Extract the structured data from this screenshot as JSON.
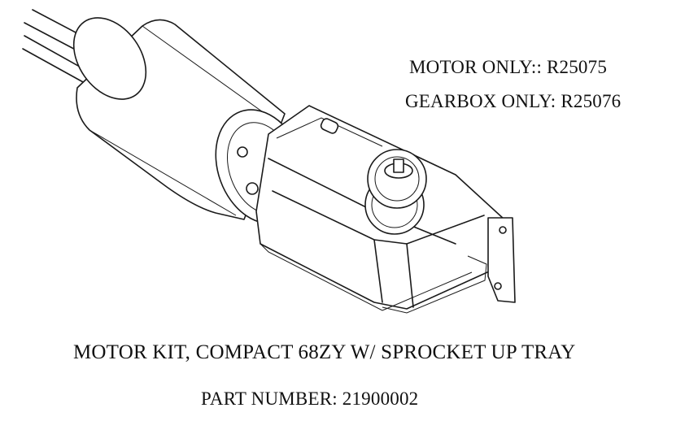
{
  "labels": {
    "motor_only": "MOTOR ONLY:: R25075",
    "gearbox_only": "GEARBOX ONLY: R25076",
    "kit_title": "MOTOR KIT, COMPACT 68ZY W/ SPROCKET UP TRAY",
    "part_number": "PART NUMBER: 21900002"
  },
  "colors": {
    "ink": "#1a1a1a",
    "background": "#ffffff"
  }
}
